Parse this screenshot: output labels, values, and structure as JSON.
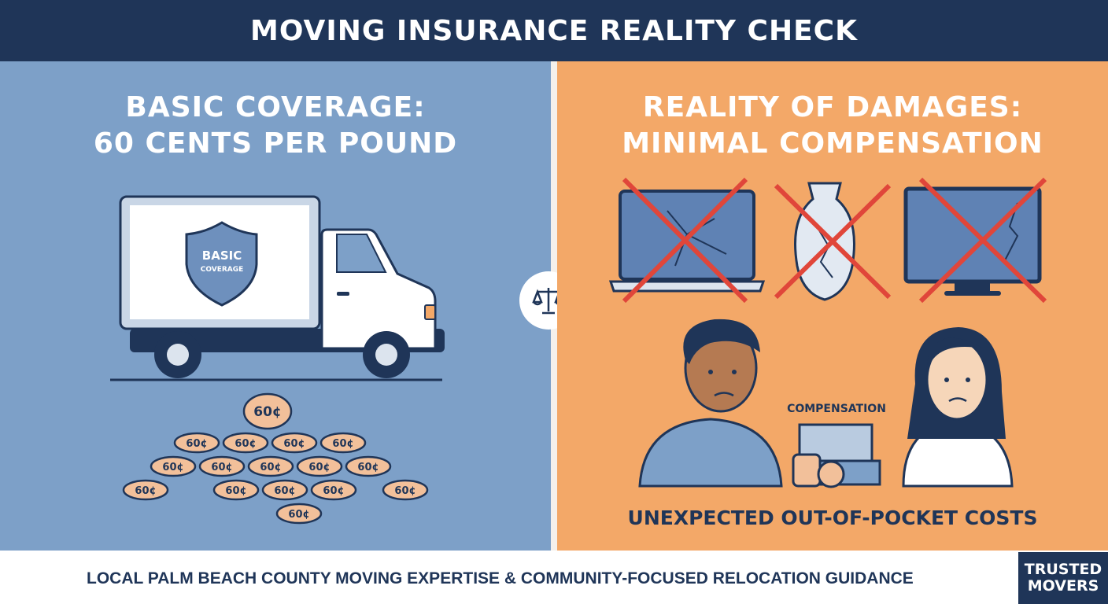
{
  "header": {
    "title": "MOVING INSURANCE REALITY CHECK"
  },
  "left_panel": {
    "title_line1": "BASIC COVERAGE:",
    "title_line2": "60 CENTS PER POUND",
    "shield_line1": "BASIC",
    "shield_line2": "COVERAGE",
    "coin_label": "60¢",
    "icons": [
      "moving-truck-icon",
      "shield-icon",
      "coin-pile-icon"
    ]
  },
  "center": {
    "icon": "balance-scale-icon"
  },
  "right_panel": {
    "title_line1": "REALITY OF DAMAGES:",
    "title_line2": "MINIMAL COMPENSATION",
    "damaged_items": [
      "broken-laptop-icon",
      "broken-vase-icon",
      "broken-tv-icon"
    ],
    "compensation_label": "COMPENSATION",
    "bottom_caption": "UNEXPECTED OUT-OF-POCKET COSTS"
  },
  "footer": {
    "text": "LOCAL PALM BEACH COUNTY MOVING EXPERTISE & COMMUNITY-FOCUSED RELOCATION GUIDANCE",
    "logo_line1": "TRUSTED",
    "logo_line2": "MOVERS"
  },
  "colors": {
    "navy": "#1f3558",
    "left_bg": "#7da0c8",
    "right_bg": "#f3a868",
    "cross_red": "#e0463a",
    "coin": "#f2c09a"
  }
}
